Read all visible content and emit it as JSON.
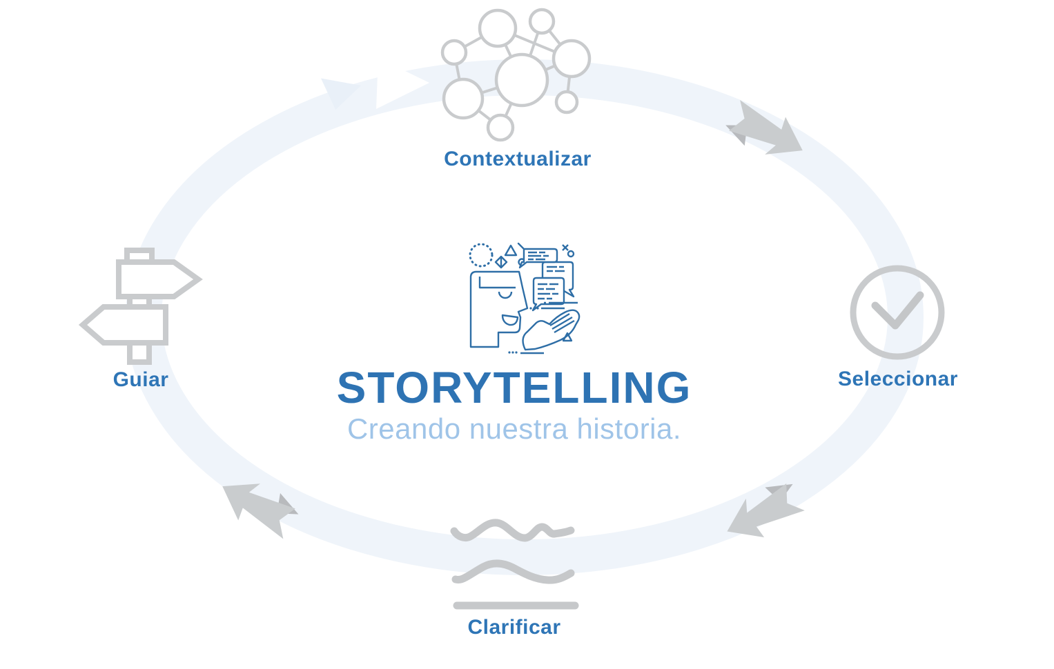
{
  "center": {
    "title": "STORYTELLING",
    "subtitle": "Creando nuestra historia.",
    "icon": "storyteller-face-speech-bubbles-icon",
    "title_color": "#2e73b3",
    "subtitle_color": "#9fc4e8",
    "icon_stroke_color": "#2e6ea6"
  },
  "cycle": {
    "direction": "clockwise",
    "ring_color": "#eff4fa",
    "ring_arrowhead_color": "#e9f0f8",
    "flow_arrow_color": "#c9ccce",
    "flow_arrow_shadow_color": "#b8babd",
    "icon_color": "#c9cbcd",
    "label_color": "#2e75b6",
    "flow_arrows": [
      "top-right",
      "bottom-right",
      "bottom-left"
    ],
    "steps": [
      {
        "id": "top",
        "label": "Contextualizar",
        "icon": "network-nodes-icon"
      },
      {
        "id": "right",
        "label": "Seleccionar",
        "icon": "check-circle-icon"
      },
      {
        "id": "bottom",
        "label": "Clarificar",
        "icon": "smoothing-waves-icon"
      },
      {
        "id": "left",
        "label": "Guiar",
        "icon": "signpost-icon"
      }
    ]
  }
}
